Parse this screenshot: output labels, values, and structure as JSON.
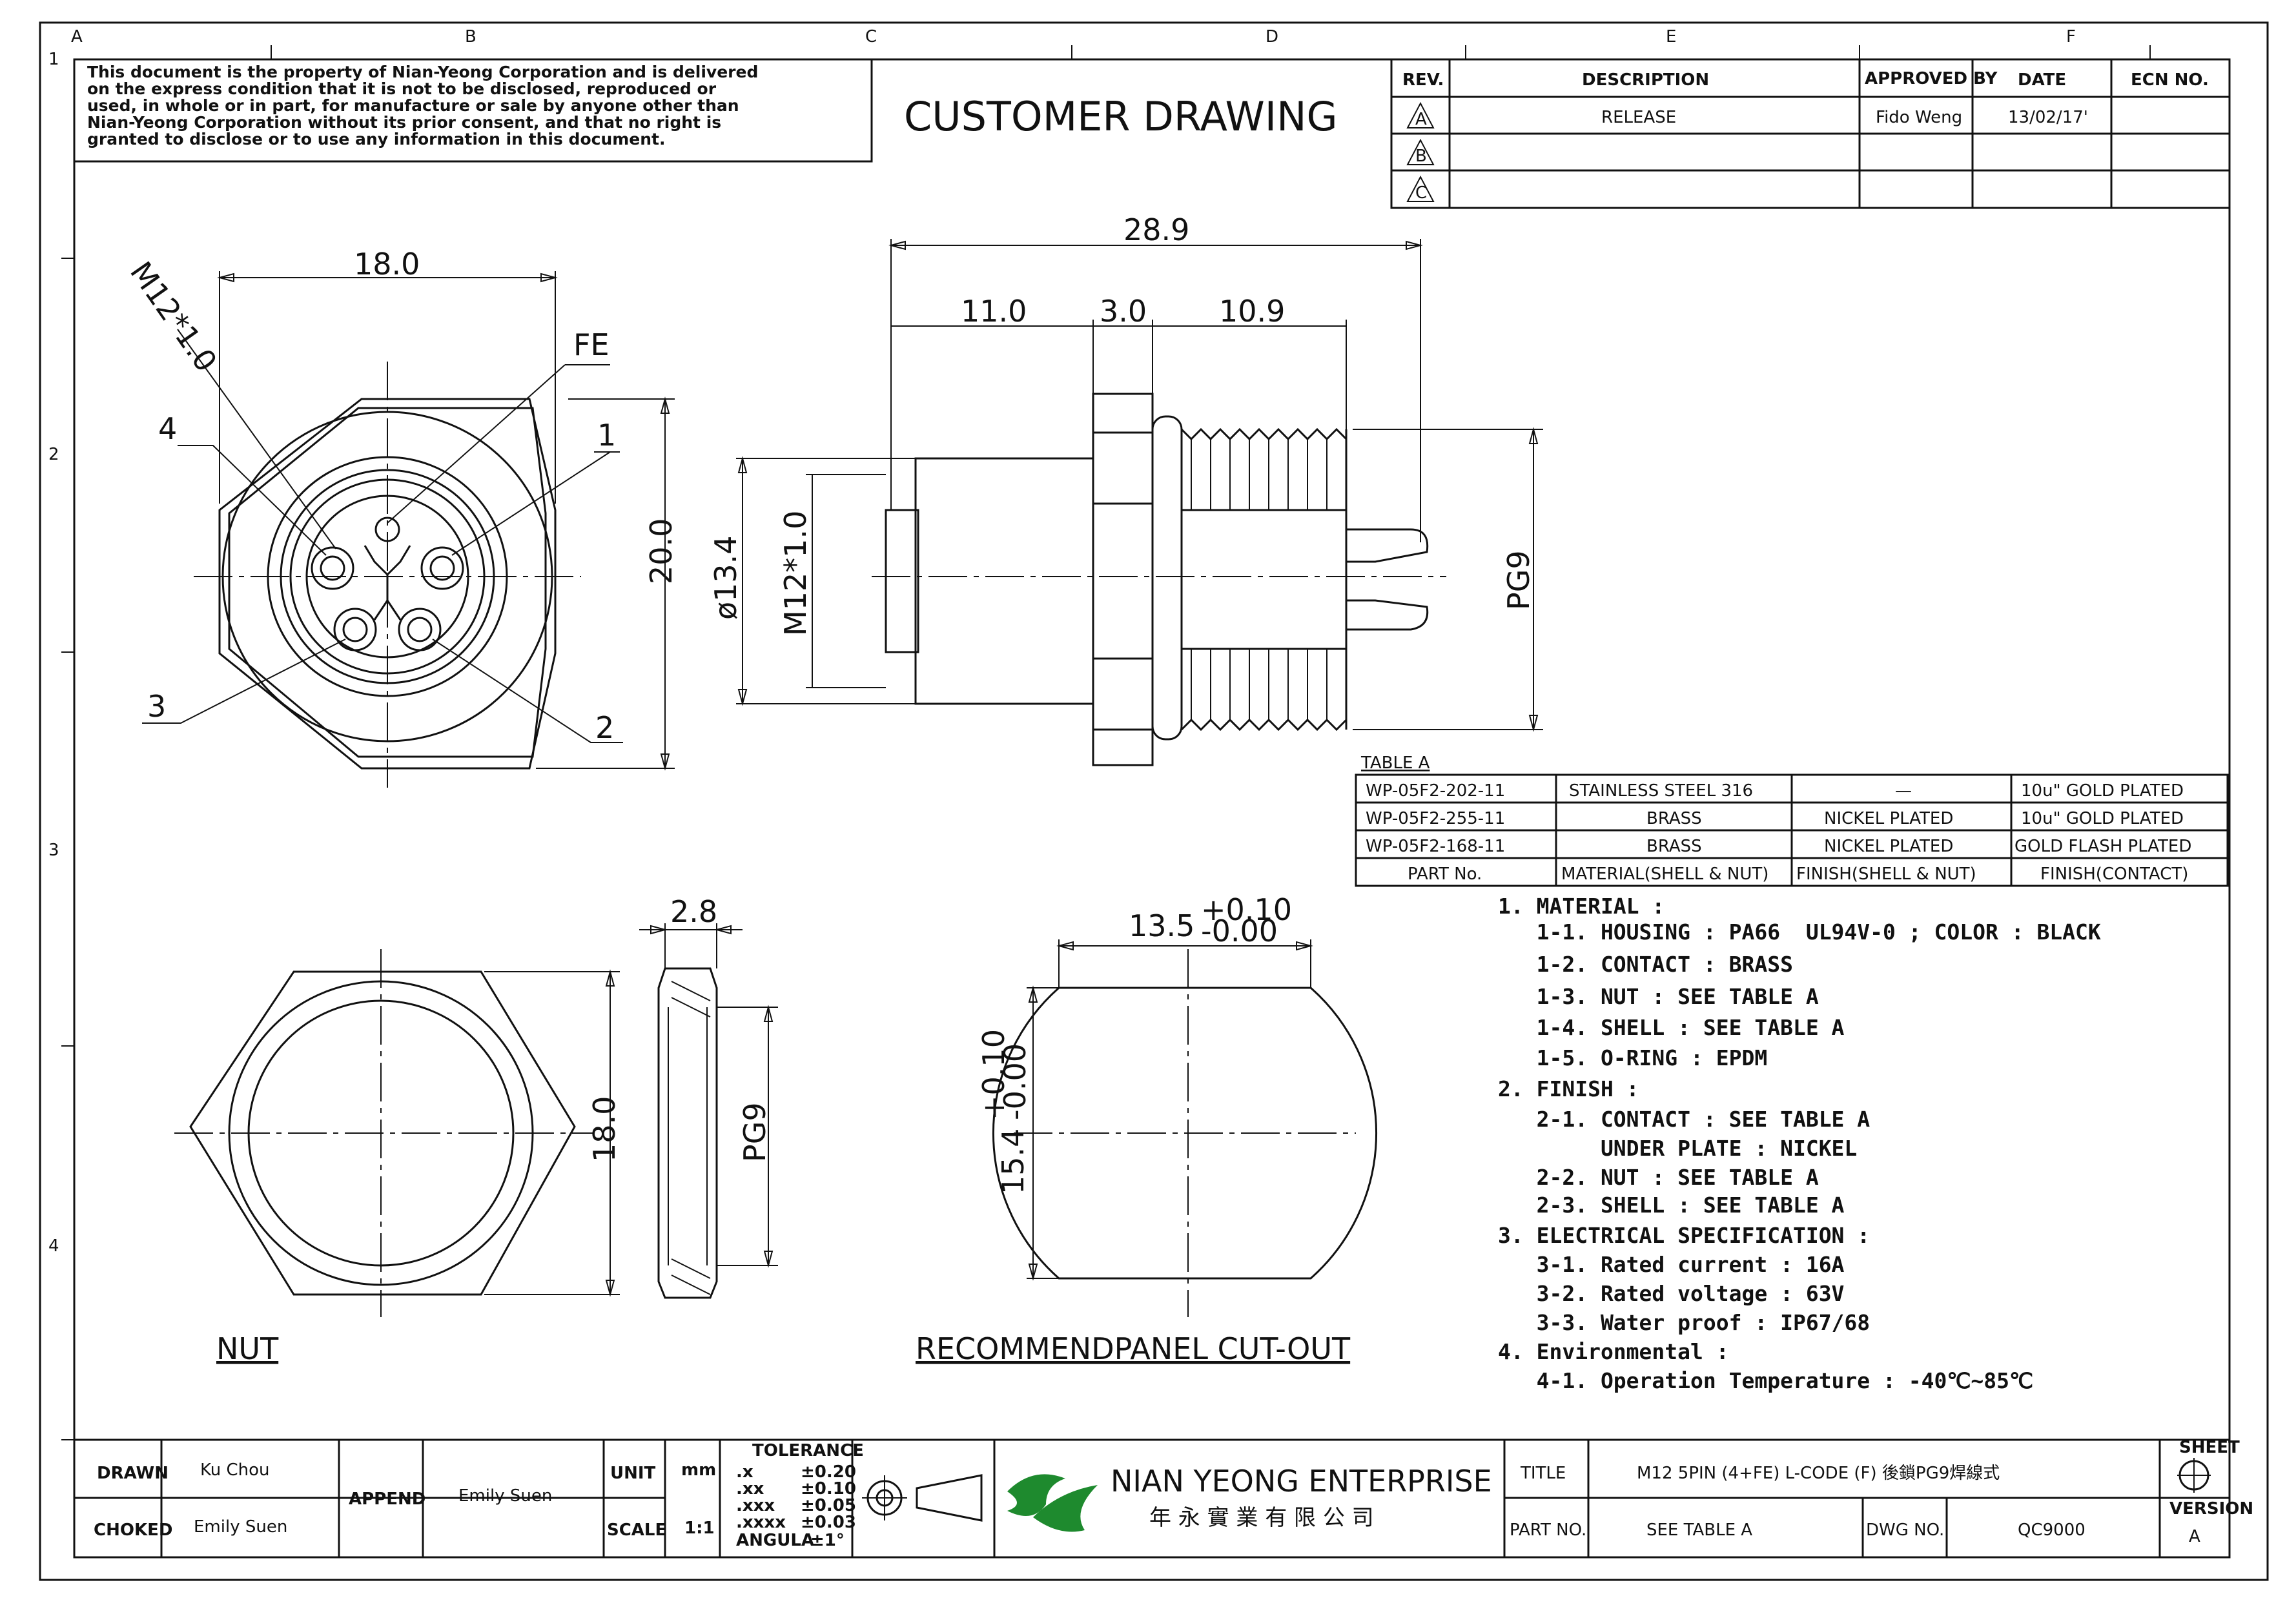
{
  "disclaimer": [
    "This document is the property of Nian-Yeong Corporation and is delivered",
    "on  the  express condition that it is not to be disclosed, reproduced or",
    "used, in whole or in part, for manufacture or sale by anyone other than",
    "Nian-Yeong Corporation without  its prior consent, and that  no right  is",
    "granted to disclose or to use any information in this  document."
  ],
  "drawing_title": "CUSTOMER  DRAWING",
  "border_letters": [
    "A",
    "B",
    "C",
    "D",
    "E",
    "F"
  ],
  "border_numbers": [
    "1",
    "2",
    "3",
    "4"
  ],
  "revision_table": {
    "headers": [
      "REV.",
      "DESCRIPTION",
      "APPROVED BY",
      "DATE",
      "ECN NO."
    ],
    "rows": [
      {
        "rev": "A",
        "description": "RELEASE",
        "approved_by": "Fido Weng",
        "date": "13/02/17'",
        "ecn": ""
      },
      {
        "rev": "B",
        "description": "",
        "approved_by": "",
        "date": "",
        "ecn": ""
      },
      {
        "rev": "C",
        "description": "",
        "approved_by": "",
        "date": "",
        "ecn": ""
      }
    ]
  },
  "front_view": {
    "dim_width": "18.0",
    "dim_height": "20.0",
    "thread": "M12*1.0",
    "labels": {
      "fe": "FE",
      "p1": "1",
      "p2": "2",
      "p3": "3",
      "p4": "4"
    }
  },
  "side_view": {
    "dim_total": "28.9",
    "dim_a": "11.0",
    "dim_b": "3.0",
    "dim_c": "10.9",
    "dim_dia": "ø13.4",
    "dim_thread": "M12*1.0",
    "dim_pg": "PG9"
  },
  "table_a": {
    "title": "TABLE  A",
    "rows": [
      [
        "WP-05F2-202-11",
        "STAINLESS  STEEL  316",
        "—",
        "10u\"  GOLD  PLATED"
      ],
      [
        "WP-05F2-255-11",
        "BRASS",
        "NICKEL  PLATED",
        "10u\"  GOLD  PLATED"
      ],
      [
        "WP-05F2-168-11",
        "BRASS",
        "NICKEL  PLATED",
        "GOLD  FLASH  PLATED"
      ]
    ],
    "footer": [
      "PART  No.",
      "MATERIAL(SHELL  &  NUT)",
      "FINISH(SHELL  &  NUT)",
      "FINISH(CONTACT)"
    ]
  },
  "nut_view": {
    "dim_thickness": "2.8",
    "dim_height": "18.0",
    "dim_pg": "PG9",
    "caption": "NUT"
  },
  "cutout_view": {
    "dim_width": "13.5",
    "dim_width_tol_plus": "+0.10",
    "dim_width_tol_minus": "-0.00",
    "dim_height": "15.4",
    "dim_height_tol_plus": "+0.10",
    "dim_height_tol_minus": "-0.00",
    "caption": "RECOMMENDPANEL  CUT-OUT"
  },
  "notes": [
    "1. MATERIAL :",
    "   1-1. HOUSING : PA66  UL94V-0 ; COLOR : BLACK",
    "   1-2. CONTACT : BRASS",
    "   1-3. NUT : SEE TABLE A",
    "   1-4. SHELL : SEE TABLE A",
    "   1-5. O-RING : EPDM",
    "2. FINISH :",
    "   2-1. CONTACT : SEE TABLE A",
    "        UNDER PLATE : NICKEL",
    "   2-2. NUT : SEE TABLE A",
    "   2-3. SHELL : SEE TABLE A",
    "3. ELECTRICAL SPECIFICATION :",
    "   3-1. Rated current : 16A",
    "   3-2. Rated voltage : 63V",
    "   3-3. Water proof : IP67/68",
    "4. Environmental :",
    "   4-1. Operation Temperature : -40℃~85℃"
  ],
  "title_block": {
    "drawn_label": "DRAWN",
    "drawn_value": "Ku Chou",
    "choked_label": "CHOKED",
    "choked_value": "Emily Suen",
    "append_label": "APPEND",
    "append_value": "Emily Suen",
    "unit_label": "UNIT",
    "unit_value": "mm",
    "scale_label": "SCALE",
    "scale_value": "1:1",
    "tolerance_label": "TOLERANCE",
    "tolerances": [
      [
        ".x",
        "±0.20"
      ],
      [
        ".xx",
        "±0.10"
      ],
      [
        ".xxx",
        "±0.05"
      ],
      [
        ".xxxx",
        "±0.03"
      ],
      [
        "ANGULA",
        "±1°"
      ]
    ],
    "company_en": "NIAN YEONG ENTERPRISE",
    "company_zh": "年 永 實 業 有 限 公 司",
    "title_label": "TITLE",
    "title_value": "M12  5PIN  (4+FE)  L-CODE  (F)  後鎖PG9焊線式",
    "part_label": "PART NO.",
    "part_value": "SEE  TABLE  A",
    "dwg_label": "DWG NO.",
    "dwg_value": "QC9000",
    "sheet_label": "SHEET",
    "version_label": "VERSION",
    "version_value": "A"
  },
  "colors": {
    "ink": "#111111",
    "logo_green": "#1e8a2e",
    "paper": "#ffffff"
  }
}
